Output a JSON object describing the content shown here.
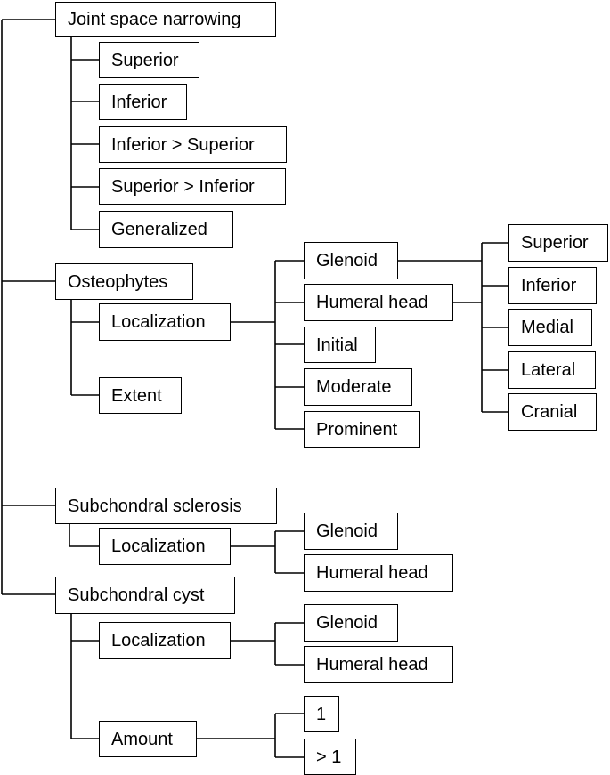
{
  "tree": {
    "joint_space_narrowing": {
      "label": "Joint space narrowing",
      "children": [
        "Superior",
        "Inferior",
        "Inferior > Superior",
        "Superior > Inferior",
        "Generalized"
      ]
    },
    "osteophytes": {
      "label": "Osteophytes",
      "localization": {
        "label": "Localization",
        "options": [
          "Glenoid",
          "Humeral head",
          "Initial",
          "Moderate",
          "Prominent"
        ],
        "directions": [
          "Superior",
          "Inferior",
          "Medial",
          "Lateral",
          "Cranial"
        ]
      },
      "extent": {
        "label": "Extent"
      }
    },
    "subchondral_sclerosis": {
      "label": "Subchondral sclerosis",
      "localization": {
        "label": "Localization",
        "options": [
          "Glenoid",
          "Humeral head"
        ]
      }
    },
    "subchondral_cyst": {
      "label": "Subchondral cyst",
      "localization": {
        "label": "Localization",
        "options": [
          "Glenoid",
          "Humeral head"
        ]
      },
      "amount": {
        "label": "Amount",
        "options": [
          "1",
          "> 1"
        ]
      }
    }
  }
}
